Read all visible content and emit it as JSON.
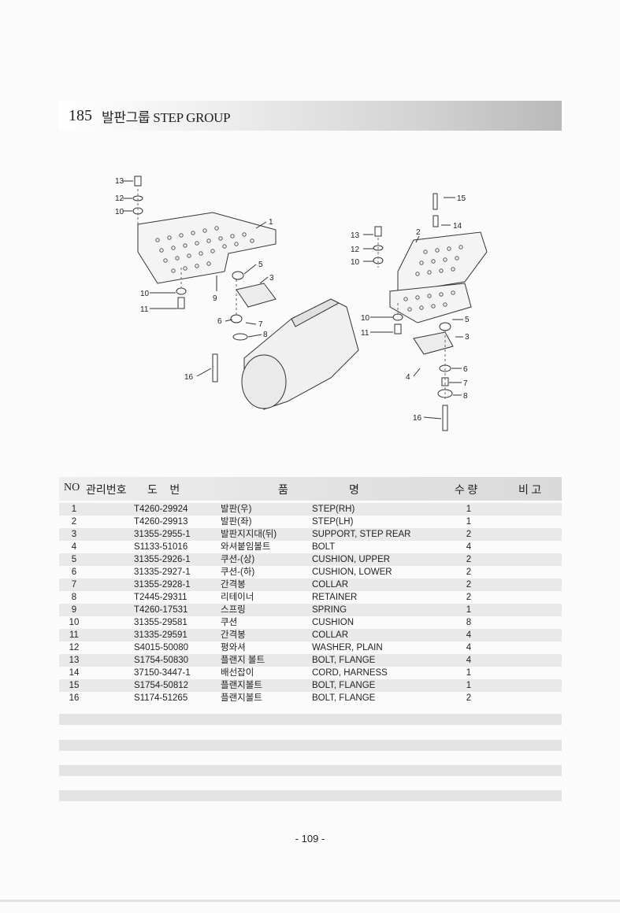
{
  "header": {
    "number": "185",
    "title": "발판그룹 STEP GROUP"
  },
  "diagram": {
    "callouts": [
      "1",
      "2",
      "3",
      "4",
      "5",
      "6",
      "7",
      "8",
      "9",
      "10",
      "11",
      "12",
      "13",
      "14",
      "15",
      "16"
    ]
  },
  "table": {
    "headers": {
      "no": "NO",
      "mgmt": "관리번호",
      "drawing": "도 번",
      "item": "품",
      "name": "명",
      "qty": "수 량",
      "remark": "비 고"
    },
    "rows": [
      {
        "no": "1",
        "part": "T4260-29924",
        "kor": "발판(우)",
        "eng": "STEP(RH)",
        "qty": "1"
      },
      {
        "no": "2",
        "part": "T4260-29913",
        "kor": "발판(좌)",
        "eng": "STEP(LH)",
        "qty": "1"
      },
      {
        "no": "3",
        "part": "31355-2955-1",
        "kor": "발판지지대(뒤)",
        "eng": "SUPPORT, STEP REAR",
        "qty": "2"
      },
      {
        "no": "4",
        "part": "S1133-51016",
        "kor": "와셔붙임볼트",
        "eng": "BOLT",
        "qty": "4"
      },
      {
        "no": "5",
        "part": "31355-2926-1",
        "kor": "쿠션-(상)",
        "eng": "CUSHION, UPPER",
        "qty": "2"
      },
      {
        "no": "6",
        "part": "31335-2927-1",
        "kor": "쿠션-(하)",
        "eng": "CUSHION, LOWER",
        "qty": "2"
      },
      {
        "no": "7",
        "part": "31355-2928-1",
        "kor": "간격봉",
        "eng": "COLLAR",
        "qty": "2"
      },
      {
        "no": "8",
        "part": "T2445-29311",
        "kor": "리테이너",
        "eng": "RETAINER",
        "qty": "2"
      },
      {
        "no": "9",
        "part": "T4260-17531",
        "kor": "스프링",
        "eng": "SPRING",
        "qty": "1"
      },
      {
        "no": "10",
        "part": "31355-29581",
        "kor": "쿠션",
        "eng": "CUSHION",
        "qty": "8"
      },
      {
        "no": "11",
        "part": "31335-29591",
        "kor": "간격봉",
        "eng": "COLLAR",
        "qty": "4"
      },
      {
        "no": "12",
        "part": "S4015-50080",
        "kor": "평와셔",
        "eng": "WASHER, PLAIN",
        "qty": "4"
      },
      {
        "no": "13",
        "part": "S1754-50830",
        "kor": "플랜지 볼트",
        "eng": "BOLT, FLANGE",
        "qty": "4"
      },
      {
        "no": "14",
        "part": "37150-3447-1",
        "kor": "배선잡이",
        "eng": "CORD, HARNESS",
        "qty": "1"
      },
      {
        "no": "15",
        "part": "S1754-50812",
        "kor": "플랜지볼트",
        "eng": "BOLT, FLANGE",
        "qty": "1"
      },
      {
        "no": "16",
        "part": "S1174-51265",
        "kor": "플랜지볼트",
        "eng": "BOLT, FLANGE",
        "qty": "2"
      }
    ]
  },
  "footer": {
    "page": "- 109 -"
  }
}
